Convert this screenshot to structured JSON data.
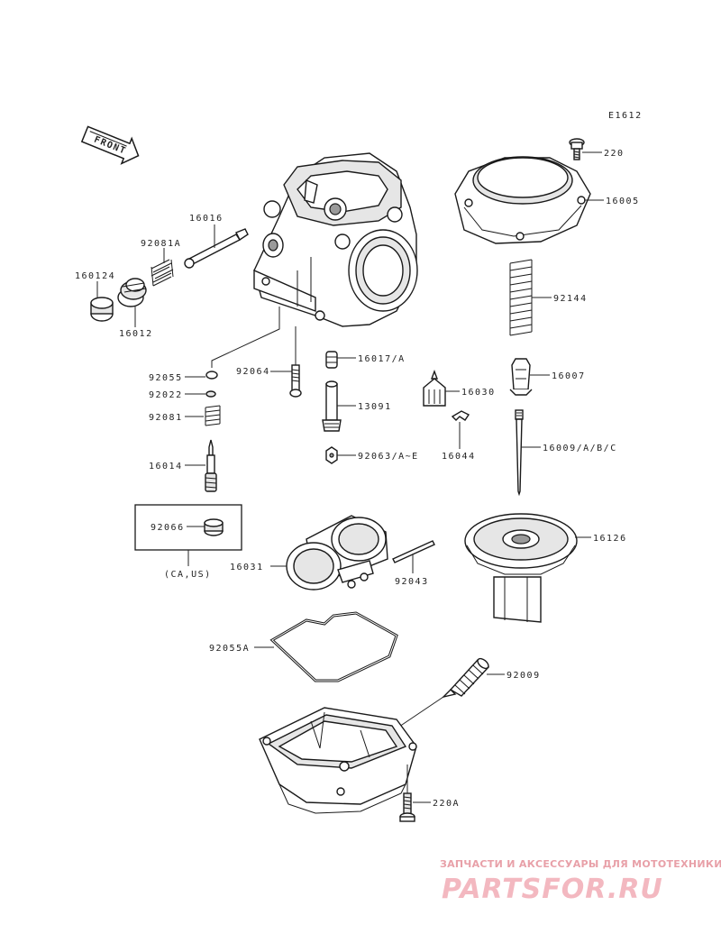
{
  "diagram_code": "E1612",
  "front_label": "FRONT",
  "note_label": "(CA,US)",
  "parts": {
    "p220": "220",
    "p16005": "16005",
    "p16016": "16016",
    "p92081A": "92081A",
    "p160124": "160124",
    "p16012": "16012",
    "p92144": "92144",
    "p16017A": "16017/A",
    "p92055": "92055",
    "p92064": "92064",
    "p92022": "92022",
    "p16030": "16030",
    "p16007": "16007",
    "p13091": "13091",
    "p92081": "92081",
    "p16044": "16044",
    "p16009": "16009/A/B/C",
    "p92063": "92063/A~E",
    "p16014": "16014",
    "p92066": "92066",
    "p16126": "16126",
    "p16031": "16031",
    "p92043": "92043",
    "p92055A": "92055A",
    "p92009": "92009",
    "p220A": "220A"
  },
  "watermark": {
    "tagline": "ЗАПЧАСТИ И АКСЕССУАРЫ ДЛЯ МОТОТЕХНИКИ",
    "logo": "PARTSFOR.RU"
  }
}
